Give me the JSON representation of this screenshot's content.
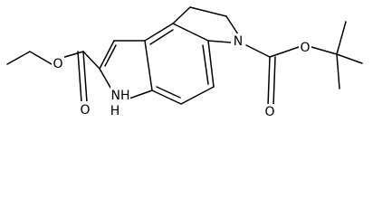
{
  "atoms": {
    "ester_ether_o": "O",
    "ester_carbonyl_o": "O",
    "indole_nh": "NH",
    "indole_h": "H",
    "carbamate_n": "N",
    "carbamate_carbonyl_o": "O",
    "carbamate_ether_o": "O"
  }
}
